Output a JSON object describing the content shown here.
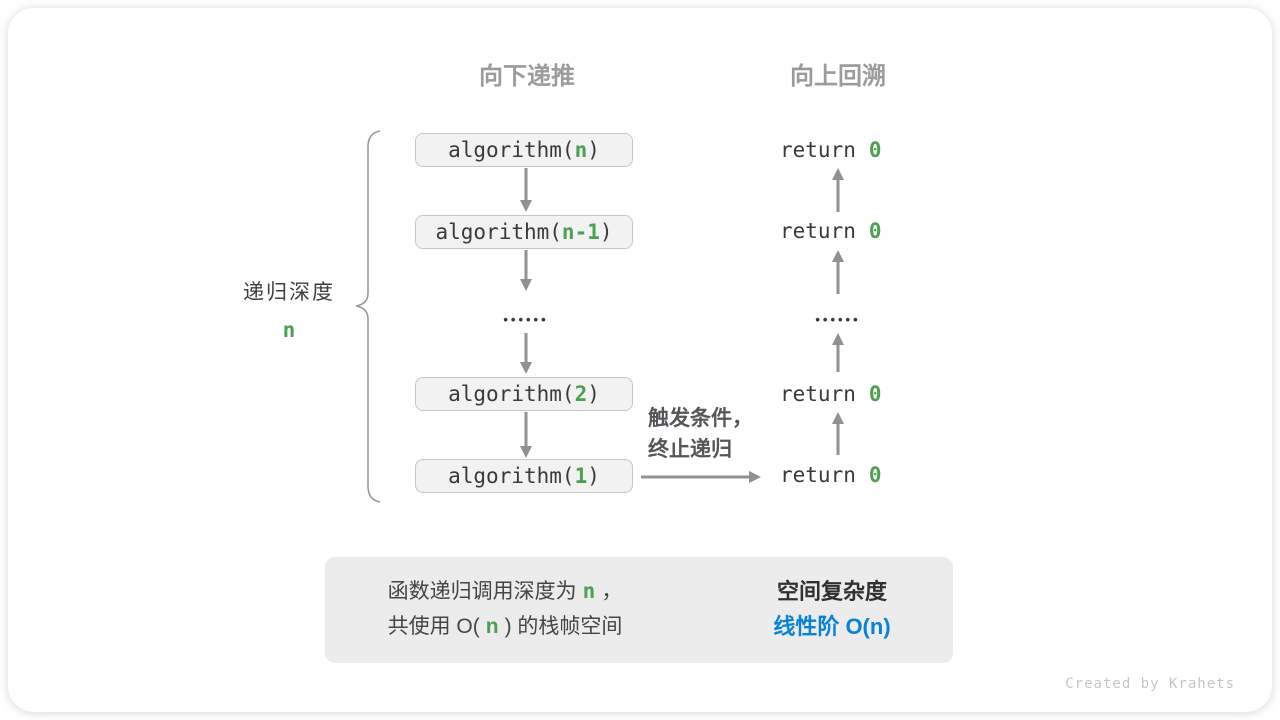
{
  "phase_headers": {
    "down": "向下递推",
    "up": "向上回溯"
  },
  "depth": {
    "label": "递归深度",
    "value": "n"
  },
  "stack": {
    "frames": [
      {
        "open": "algorithm(",
        "arg": "n",
        "close": ")"
      },
      {
        "open": "algorithm(",
        "arg": "n-1",
        "close": ")"
      },
      {
        "open": "algorithm(",
        "arg": "2",
        "close": ")"
      },
      {
        "open": "algorithm(",
        "arg": "1",
        "close": ")"
      }
    ],
    "ellipsis": "••••••"
  },
  "returns": {
    "items": [
      {
        "keyword": "return",
        "value": "0"
      },
      {
        "keyword": "return",
        "value": "0"
      },
      {
        "keyword": "return",
        "value": "0"
      },
      {
        "keyword": "return",
        "value": "0"
      }
    ],
    "ellipsis": "••••••"
  },
  "trigger_note": {
    "line1": "触发条件，",
    "line2": "终止递归"
  },
  "summary": {
    "line1_prefix": "函数递归调用深度为",
    "line1_var": "n",
    "line1_suffix": "，",
    "line2_prefix": "共使用 O(",
    "line2_var": "n",
    "line2_suffix": ") 的栈帧空间",
    "result_title": "空间复杂度",
    "result_value": "线性阶 O(n)"
  },
  "watermark": "Created by Krahets",
  "colors": {
    "accent_green": "#4e9e53",
    "accent_blue": "#0b82d4",
    "arrow_gray": "#8f9193",
    "header_gray": "#9b9b9b",
    "box_fill": "#f2f2f2",
    "panel_fill": "#ececec"
  }
}
